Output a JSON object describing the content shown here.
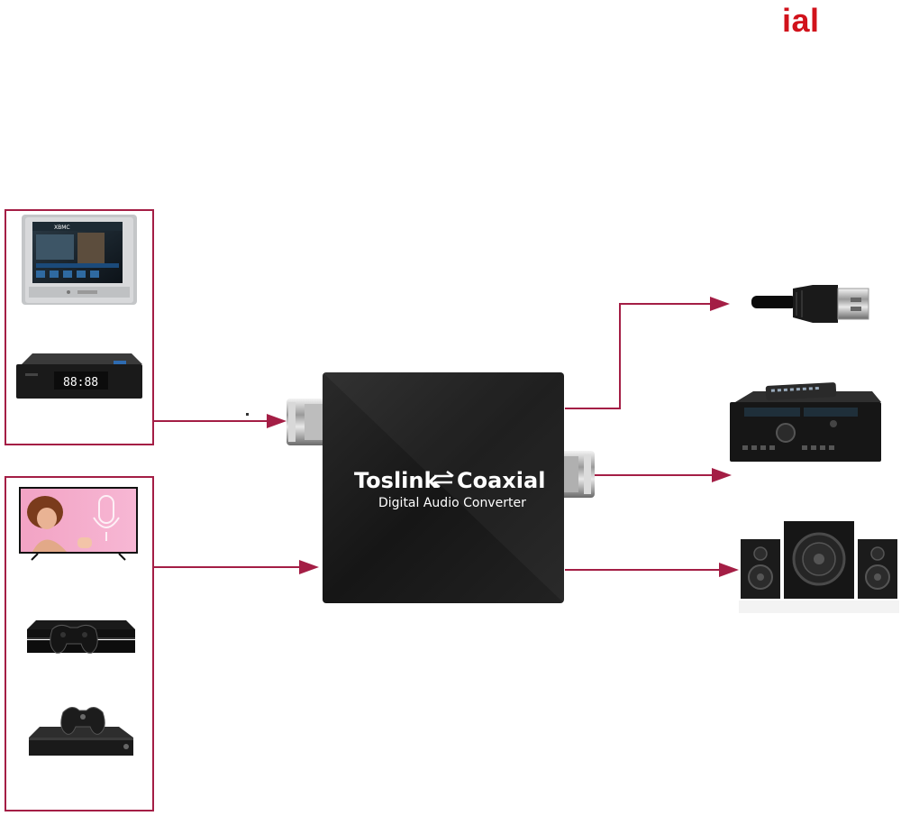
{
  "corner_text": "ial",
  "converter": {
    "title_left": "Toslink",
    "title_right": "Coaxial",
    "subtitle": "Digital Audio Converter"
  },
  "tv_screen": {
    "app_name": "XBMC"
  },
  "set_top_box": {
    "display": "88:88"
  },
  "colors": {
    "arrow": "#a41e45",
    "box_border": "#a41e45",
    "corner_text": "#d1121b",
    "converter_body": "#1c1c1c"
  },
  "icons": {
    "source_top": [
      "crt-tv-icon",
      "set-top-box-icon"
    ],
    "source_bottom": [
      "flat-tv-icon",
      "game-console-icon",
      "xbox-console-icon"
    ],
    "outputs": [
      "usb-cable-icon",
      "av-receiver-icon",
      "speaker-system-icon"
    ]
  }
}
